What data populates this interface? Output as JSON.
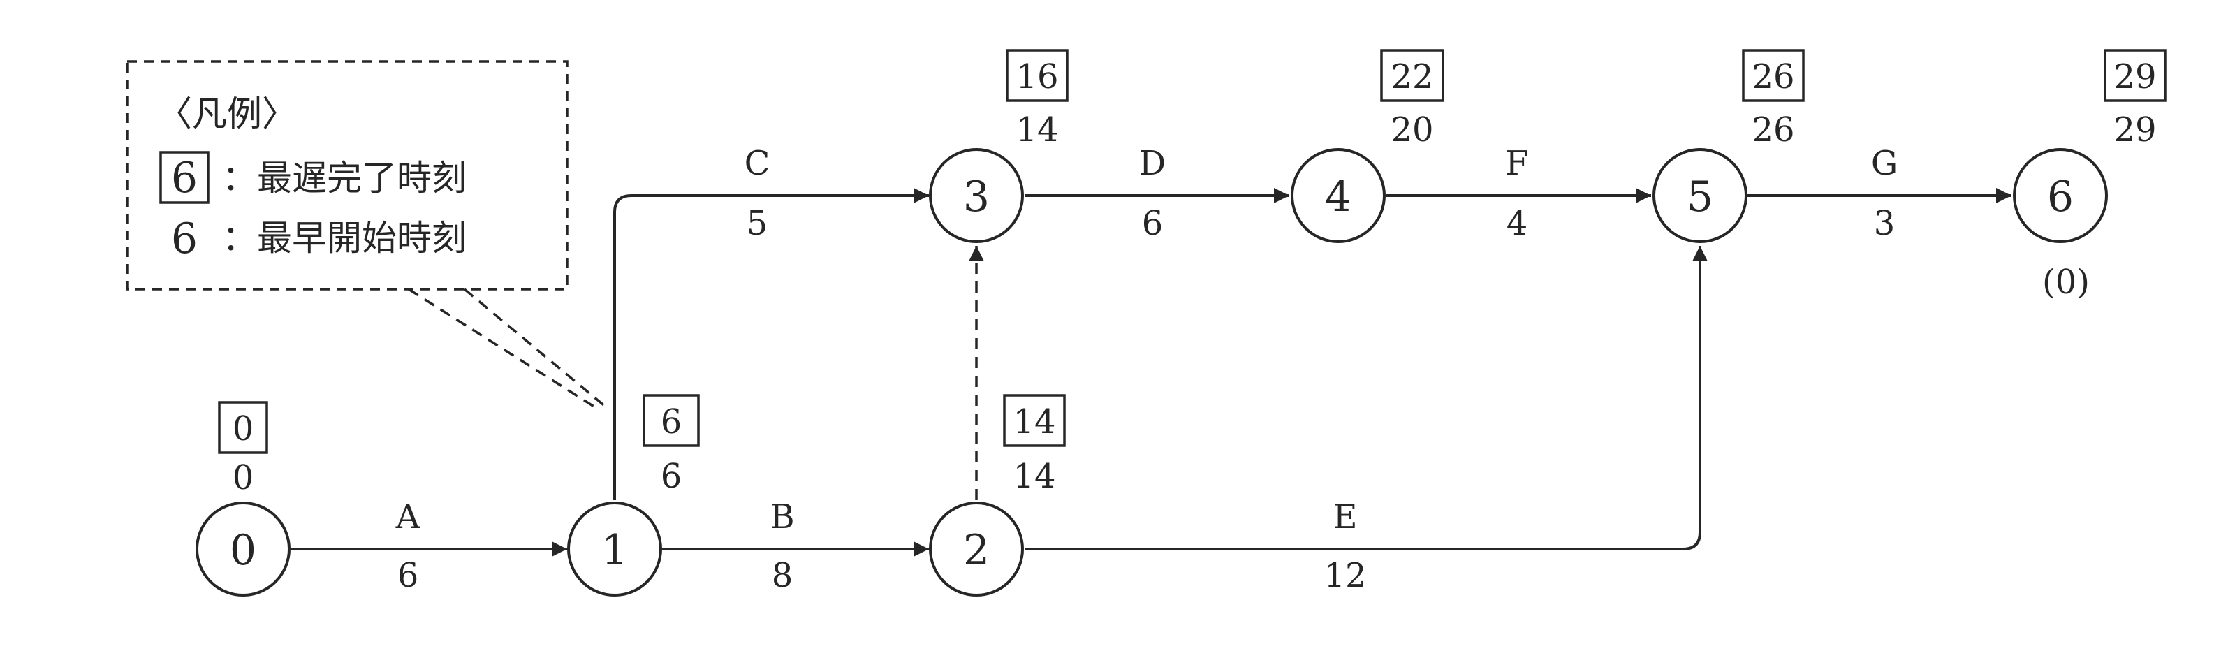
{
  "legend": {
    "title": "〈凡例〉",
    "latest_sample": "6",
    "latest_label": "：最遅完了時刻",
    "earliest_sample": "6",
    "earliest_label": "：最早開始時刻"
  },
  "nodes": [
    {
      "id": "0",
      "latest_finish": "0",
      "earliest_start": "0"
    },
    {
      "id": "1",
      "latest_finish": "6",
      "earliest_start": "6"
    },
    {
      "id": "2",
      "latest_finish": "14",
      "earliest_start": "14"
    },
    {
      "id": "3",
      "latest_finish": "16",
      "earliest_start": "14"
    },
    {
      "id": "4",
      "latest_finish": "22",
      "earliest_start": "20"
    },
    {
      "id": "5",
      "latest_finish": "26",
      "earliest_start": "26"
    },
    {
      "id": "6",
      "latest_finish": "29",
      "earliest_start": "29",
      "note": "(0)"
    }
  ],
  "activities": [
    {
      "name": "A",
      "duration": "6",
      "from": "0",
      "to": "1"
    },
    {
      "name": "B",
      "duration": "8",
      "from": "1",
      "to": "2"
    },
    {
      "name": "C",
      "duration": "5",
      "from": "1",
      "to": "3"
    },
    {
      "name": "D",
      "duration": "6",
      "from": "3",
      "to": "4"
    },
    {
      "name": "E",
      "duration": "12",
      "from": "2",
      "to": "5"
    },
    {
      "name": "F",
      "duration": "4",
      "from": "4",
      "to": "5"
    },
    {
      "name": "G",
      "duration": "3",
      "from": "5",
      "to": "6"
    }
  ],
  "dummy_activities": [
    {
      "from": "2",
      "to": "3"
    }
  ]
}
